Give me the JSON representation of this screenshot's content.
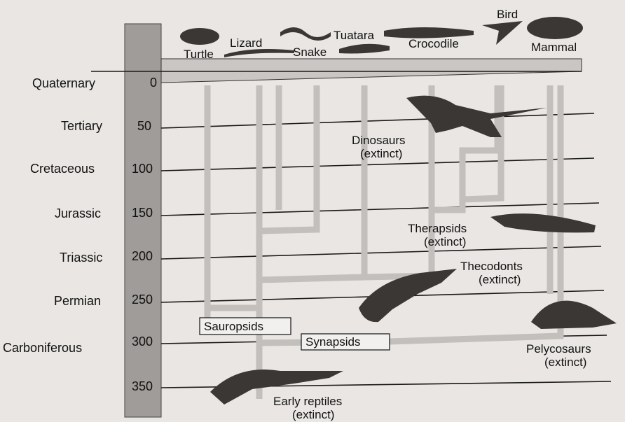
{
  "timescale": {
    "eras": [
      "Quaternary",
      "Tertiary",
      "Cretaceous",
      "Jurassic",
      "Triassic",
      "Permian",
      "Carboniferous"
    ],
    "ticks": [
      "0",
      "50",
      "100",
      "150",
      "200",
      "250",
      "300",
      "350"
    ]
  },
  "living_groups": [
    "Turtle",
    "Lizard",
    "Snake",
    "Tuatara",
    "Crocodile",
    "Bird",
    "Mammal"
  ],
  "extinct_groups": [
    {
      "name": "Dinosaurs",
      "note": "(extinct)"
    },
    {
      "name": "Therapsids",
      "note": "(extinct)"
    },
    {
      "name": "Thecodonts",
      "note": "(extinct)"
    },
    {
      "name": "Pelycosaurs",
      "note": "(extinct)"
    },
    {
      "name": "Early reptiles",
      "note": "(extinct)"
    }
  ],
  "clades": {
    "sauropsids": "Sauropsids",
    "synapsids": "Synapsids"
  },
  "colors": {
    "background": "#e9e6e3",
    "timescale_bar": "#9f9c99",
    "branch": "#c7c4c1",
    "line": "#1a1a1a",
    "animal_fill": "#3a3735"
  }
}
